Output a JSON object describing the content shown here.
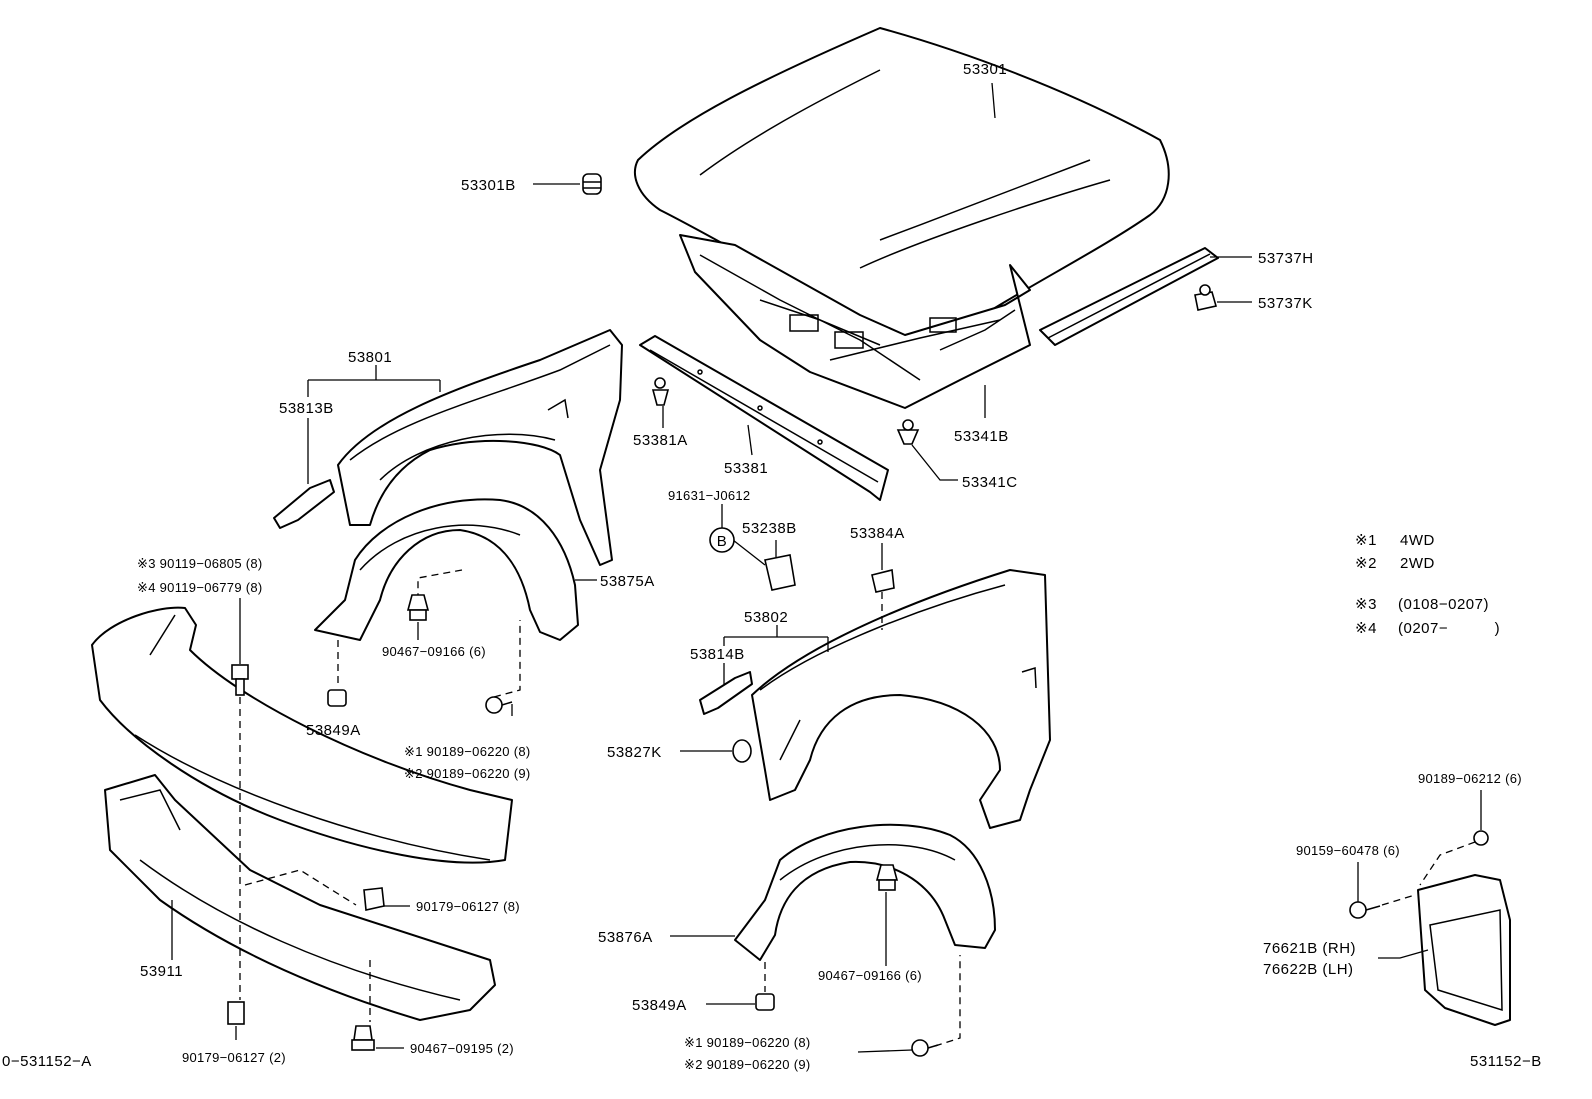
{
  "callouts": [
    {
      "id": "53301",
      "text": "53301"
    },
    {
      "id": "53301B",
      "text": "53301B"
    },
    {
      "id": "53737H",
      "text": "53737H"
    },
    {
      "id": "53737K",
      "text": "53737K"
    },
    {
      "id": "53341B",
      "text": "53341B"
    },
    {
      "id": "53341C",
      "text": "53341C"
    },
    {
      "id": "53381",
      "text": "53381"
    },
    {
      "id": "53381A",
      "text": "53381A"
    },
    {
      "id": "91631-J0612",
      "text": "91631−J0612"
    },
    {
      "id": "53238B",
      "text": "53238B"
    },
    {
      "id": "53384A",
      "text": "53384A"
    },
    {
      "id": "53801",
      "text": "53801"
    },
    {
      "id": "53813B",
      "text": "53813B"
    },
    {
      "id": "53875A",
      "text": "53875A"
    },
    {
      "id": "90467-09166-a",
      "text": "90467−09166 (6)"
    },
    {
      "id": "53849A-a",
      "text": "53849A"
    },
    {
      "id": "90189-06220-a1",
      "text": "※1 90189−06220 (8)"
    },
    {
      "id": "90189-06220-a2",
      "text": "※2 90189−06220 (9)"
    },
    {
      "id": "90119-06805",
      "text": "※3 90119−06805 (8)"
    },
    {
      "id": "90119-06779",
      "text": "※4 90119−06779 (8)"
    },
    {
      "id": "53802",
      "text": "53802"
    },
    {
      "id": "53814B",
      "text": "53814B"
    },
    {
      "id": "53827K",
      "text": "53827K"
    },
    {
      "id": "53876A",
      "text": "53876A"
    },
    {
      "id": "90467-09166-b",
      "text": "90467−09166 (6)"
    },
    {
      "id": "53849A-b",
      "text": "53849A"
    },
    {
      "id": "90189-06220-b1",
      "text": "※1 90189−06220 (8)"
    },
    {
      "id": "90189-06220-b2",
      "text": "※2 90189−06220 (9)"
    },
    {
      "id": "90179-06127-a",
      "text": "90179−06127 (8)"
    },
    {
      "id": "53911",
      "text": "53911"
    },
    {
      "id": "90179-06127-b",
      "text": "90179−06127 (2)"
    },
    {
      "id": "90467-09195",
      "text": "90467−09195 (2)"
    },
    {
      "id": "90189-06212",
      "text": "90189−06212 (6)"
    },
    {
      "id": "90159-60478",
      "text": "90159−60478 (6)"
    },
    {
      "id": "76621B",
      "text": "76621B (RH)"
    },
    {
      "id": "76622B",
      "text": "76622B (LH)"
    }
  ],
  "circle_marker": "B",
  "legend": [
    {
      "mark": "※1",
      "text": "4WD"
    },
    {
      "mark": "※2",
      "text": "2WD"
    },
    {
      "mark": "※3",
      "text": "(0108−0207)"
    },
    {
      "mark": "※4",
      "text": "(0207−　　　)"
    }
  ],
  "footer": {
    "left_code": "0−531152−A",
    "right_code": "531152−B"
  }
}
